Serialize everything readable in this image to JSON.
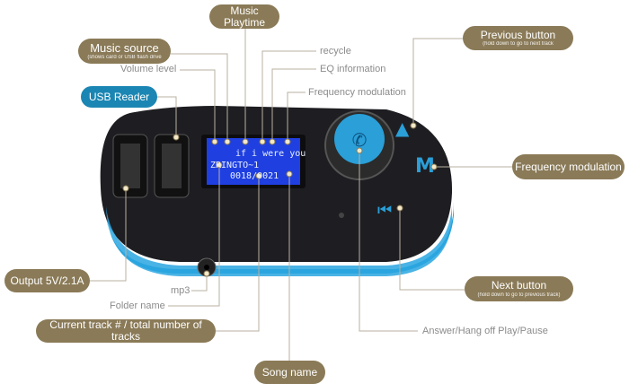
{
  "labels": {
    "music_playtime": "Music Playtime",
    "music_source": "Music source",
    "music_source_note": "(shows card or USB flash drive",
    "volume_level": "Volume level",
    "usb_reader": "USB Reader",
    "recycle": "recycle",
    "eq_information": "EQ information",
    "frequency_modulation_top": "Frequency modulation",
    "previous_button": "Previous button",
    "previous_button_note": "(hold down to go to next track",
    "frequency_modulation_right": "Frequency modulation",
    "output": "Output 5V/2.1A",
    "mp3": "mp3",
    "folder_name": "Folder name",
    "current_track": "Current track # / total number of tracks",
    "song_name": "Song name",
    "answer": "Answer/Hang off Play/Pause",
    "next_button": "Next button",
    "next_button_note": "(hold down to go to previous track)"
  },
  "display": {
    "song": "if i were you",
    "folder": "ZRINGTO~1",
    "track": "0018/0021"
  },
  "colors": {
    "pill": "#8a7a57",
    "usb_pill": "#1b86b3",
    "accent_blue": "#2a9fd8",
    "lcd": "#1f3fe0"
  }
}
